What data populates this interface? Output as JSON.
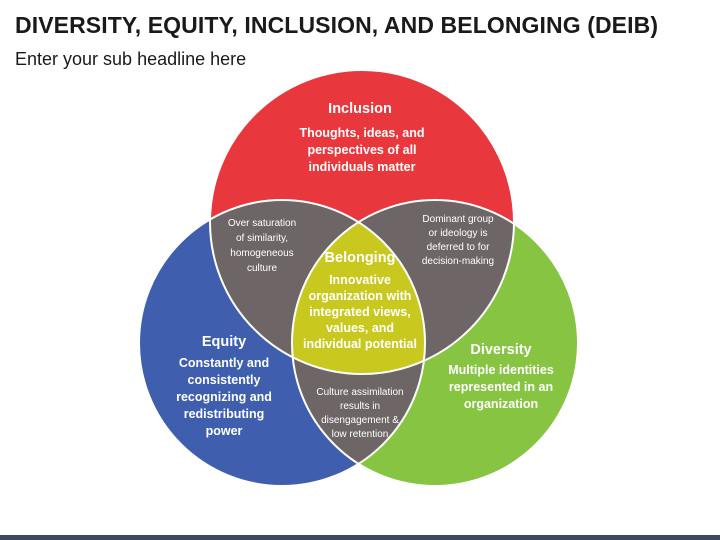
{
  "header": {
    "title": "DIVERSITY, EQUITY, INCLUSION, AND BELONGING (DEIB)",
    "subtitle": "Enter your sub headline here"
  },
  "colors": {
    "inclusion": "#e8383d",
    "equity": "#3f5fae",
    "diversity": "#86c441",
    "overlap": "#6e6666",
    "belonging": "#c8c81e"
  },
  "venn": {
    "inclusion": {
      "title": "Inclusion",
      "lines": [
        "Thoughts, ideas, and",
        "perspectives of all",
        "individuals matter"
      ]
    },
    "equity": {
      "title": "Equity",
      "lines": [
        "Constantly and",
        "consistently",
        "recognizing and",
        "redistributing",
        "power"
      ]
    },
    "diversity": {
      "title": "Diversity",
      "lines": [
        "Multiple identities",
        "represented in an",
        "organization"
      ]
    },
    "inclusion_equity": {
      "lines": [
        "Over saturation",
        "of similarity,",
        "homogeneous",
        "culture"
      ]
    },
    "inclusion_diversity": {
      "lines": [
        "Dominant group",
        "or ideology is",
        "deferred to for",
        "decision-making"
      ]
    },
    "equity_diversity": {
      "lines": [
        "Culture assimilation",
        "results in",
        "disengagement &",
        "low retention"
      ]
    },
    "belonging": {
      "title": "Belonging",
      "lines": [
        "Innovative",
        "organization with",
        "integrated views,",
        "values, and",
        "individual potential"
      ]
    }
  }
}
